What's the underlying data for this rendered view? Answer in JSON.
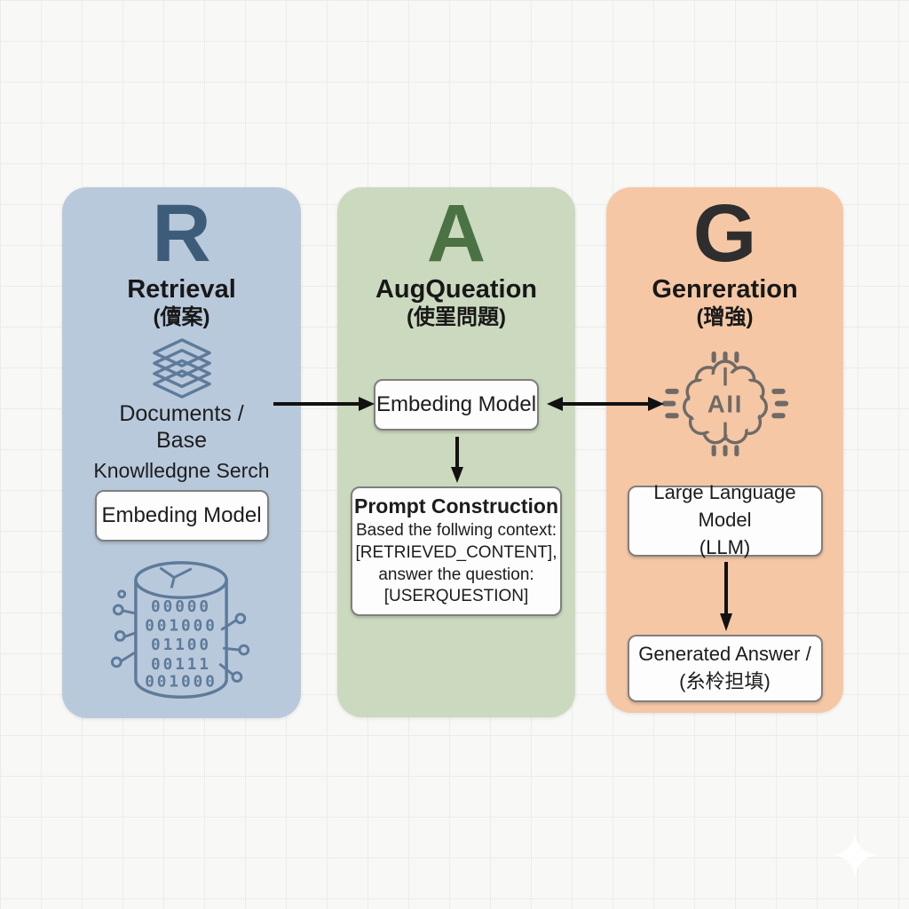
{
  "diagram": {
    "arrow_color": "#111111",
    "columns": [
      {
        "letter": "R",
        "letter_color": "#3d5c7a",
        "bg_color": "#b9c9dc",
        "title": "Retrieval",
        "subtitle": "(儥案)",
        "documents_label_line1": "Documents /",
        "documents_label_line2": "Base",
        "knowledge_label": "Knowlledgne Serch",
        "box_label": "Embeding Model",
        "icons": {
          "layers_icon": "stacked-document-layers",
          "database_icon": "binary-vector-database",
          "icon_color": "#5d7b9a",
          "database_binary_rows": [
            "00000",
            "001000",
            "01100",
            "00111",
            "001000"
          ]
        }
      },
      {
        "letter": "A",
        "letter_color": "#4a7243",
        "bg_color": "#cbd9bf",
        "title": "AugQueation",
        "subtitle": "(使罣問題)",
        "box_label": "Embeding Model",
        "prompt_box": {
          "title": "Prompt Construction",
          "lines": [
            "Based the follwing context:",
            "[RETRIEVED_CONTENT],",
            "answer the question:",
            "[USERQUESTION]"
          ]
        }
      },
      {
        "letter": "G",
        "letter_color": "#2e2e2e",
        "bg_color": "#f5c7a5",
        "title": "Genreration",
        "subtitle": "(璔強)",
        "brain_label": "AII",
        "brain_icon_color": "#6f6a66",
        "llm_box": {
          "line1": "Large Language Model",
          "line2": "(LLM)"
        },
        "answer_box": {
          "line1": "Generated Answer /",
          "line2": "(糸柃担填)"
        }
      }
    ]
  }
}
